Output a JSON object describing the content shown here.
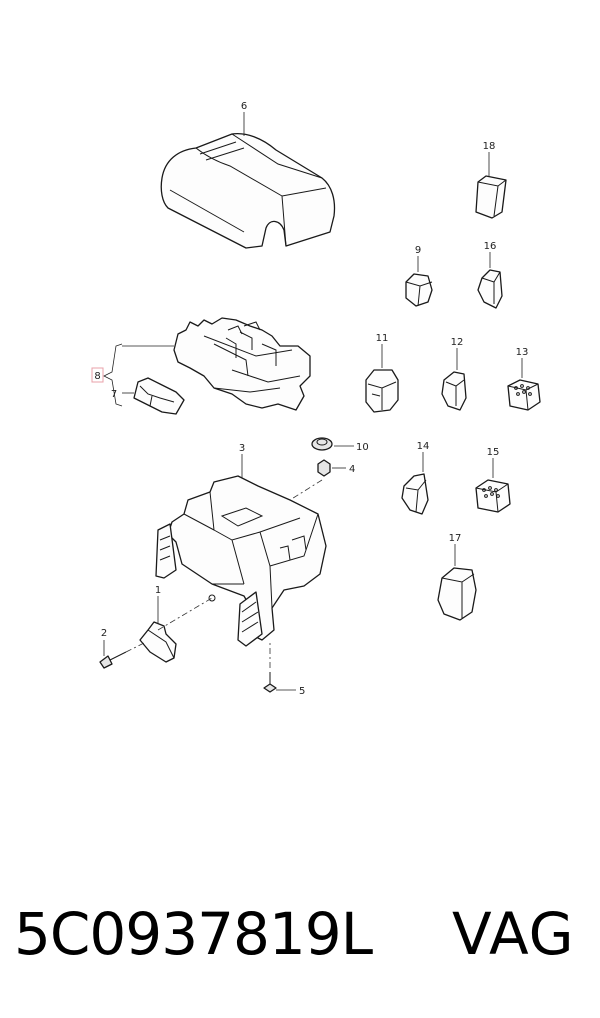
{
  "diagram": {
    "callouts": {
      "c1": "1",
      "c2": "2",
      "c3": "3",
      "c4": "4",
      "c5": "5",
      "c6": "6",
      "c7": "7",
      "c8": "8",
      "c9": "9",
      "c10": "10",
      "c11": "11",
      "c12": "12",
      "c13": "13",
      "c14": "14",
      "c15": "15",
      "c16": "16",
      "c17": "17",
      "c18": "18"
    },
    "highlight_color": "#e8a0a8"
  },
  "caption": {
    "part_number": "5C0937819L",
    "brand": "VAG"
  }
}
